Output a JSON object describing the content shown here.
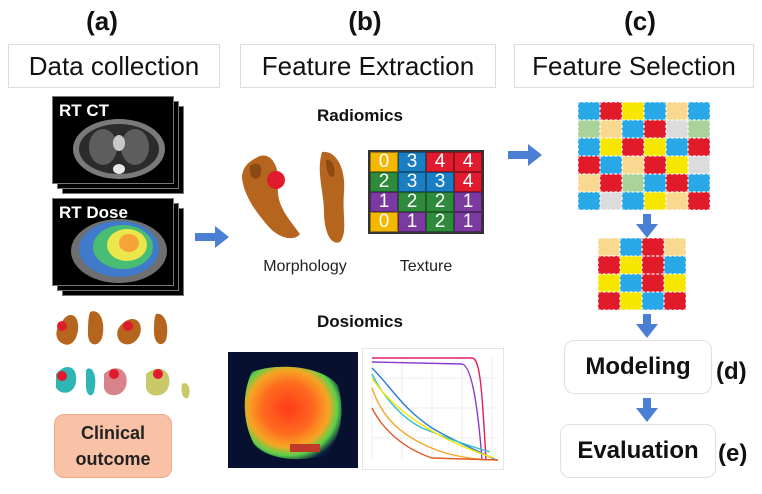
{
  "panels": {
    "a": {
      "letter": "(a)",
      "title": "Data collection"
    },
    "b": {
      "letter": "(b)",
      "title": "Feature Extraction"
    },
    "c": {
      "letter": "(c)",
      "title": "Feature Selection"
    }
  },
  "data_collection": {
    "ct_label": "RT CT",
    "dose_label": "RT Dose",
    "clinical_line1": "Clinical",
    "clinical_line2": "outcome"
  },
  "feature_extraction": {
    "radiomics_label": "Radiomics",
    "morphology_label": "Morphology",
    "texture_label": "Texture",
    "dosiomics_label": "Dosiomics",
    "texture_matrix": [
      [
        "0",
        "3",
        "4",
        "4"
      ],
      [
        "2",
        "3",
        "3",
        "4"
      ],
      [
        "1",
        "2",
        "2",
        "1"
      ],
      [
        "0",
        "1",
        "2",
        "1"
      ]
    ],
    "texture_colors": [
      [
        "#f4b800",
        "#1a7fc2",
        "#e01b2e",
        "#e01b2e"
      ],
      [
        "#2e8b3b",
        "#1a7fc2",
        "#1a7fc2",
        "#e01b2e"
      ],
      [
        "#7a3aa0",
        "#2e8b3b",
        "#2e8b3b",
        "#7a3aa0"
      ],
      [
        "#f4b800",
        "#7a3aa0",
        "#2e8b3b",
        "#7a3aa0"
      ]
    ]
  },
  "feature_selection": {
    "big_matrix_colors": [
      [
        "#29a8e8",
        "#e21b2a",
        "#f6e600",
        "#29a8e8",
        "#f9d98f",
        "#29a8e8"
      ],
      [
        "#a9d39b",
        "#f9d98f",
        "#29a8e8",
        "#e21b2a",
        "#dcdcdc",
        "#a9d39b"
      ],
      [
        "#29a8e8",
        "#f6e600",
        "#e21b2a",
        "#f6e600",
        "#29a8e8",
        "#e21b2a"
      ],
      [
        "#e21b2a",
        "#29a8e8",
        "#f9d98f",
        "#e21b2a",
        "#f6e600",
        "#dcdcdc"
      ],
      [
        "#f9d98f",
        "#e21b2a",
        "#a9d39b",
        "#29a8e8",
        "#e21b2a",
        "#29a8e8"
      ],
      [
        "#29a8e8",
        "#dcdcdc",
        "#29a8e8",
        "#f6e600",
        "#f9d98f",
        "#e21b2a"
      ]
    ],
    "small_matrix_colors": [
      [
        "#f9d98f",
        "#29a8e8",
        "#e21b2a",
        "#f9d98f"
      ],
      [
        "#e21b2a",
        "#f6e600",
        "#e21b2a",
        "#29a8e8"
      ],
      [
        "#f6e600",
        "#29a8e8",
        "#e21b2a",
        "#f6e600"
      ],
      [
        "#e21b2a",
        "#f6e600",
        "#29a8e8",
        "#e21b2a"
      ]
    ],
    "modeling_label": "Modeling",
    "modeling_letter": "(d)",
    "evaluation_label": "Evaluation",
    "evaluation_letter": "(e)"
  },
  "colors": {
    "arrow": "#4a7fd4",
    "clinical_fill": "#f9c2a6",
    "organ_brown": "#b5651d",
    "tumor_red": "#e01b2e"
  }
}
